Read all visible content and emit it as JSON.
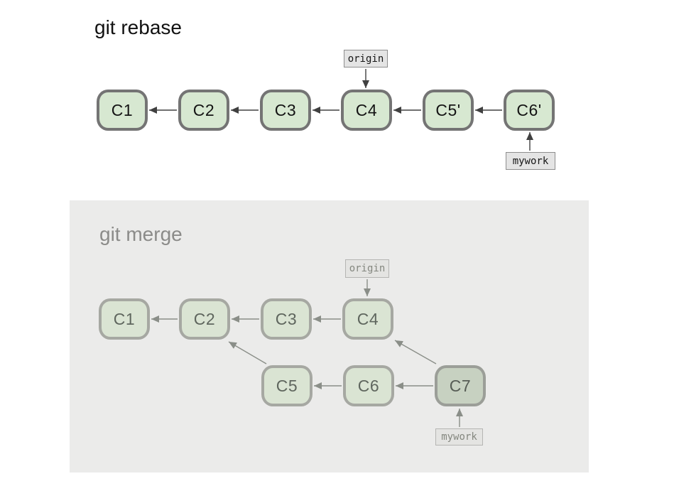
{
  "rebase": {
    "title": "git rebase",
    "nodes": [
      {
        "label": "C1"
      },
      {
        "label": "C2"
      },
      {
        "label": "C3"
      },
      {
        "label": "C4"
      },
      {
        "label": "C5'"
      },
      {
        "label": "C6'"
      }
    ],
    "refs": {
      "origin": {
        "label": "origin",
        "points_to": "C4"
      },
      "mywork": {
        "label": "mywork",
        "points_to": "C6'"
      }
    },
    "edges": [
      {
        "from": "C2",
        "to": "C1"
      },
      {
        "from": "C3",
        "to": "C2"
      },
      {
        "from": "C4",
        "to": "C3"
      },
      {
        "from": "C5'",
        "to": "C4"
      },
      {
        "from": "C6'",
        "to": "C5'"
      }
    ]
  },
  "merge": {
    "title": "git merge",
    "nodes": [
      {
        "label": "C1"
      },
      {
        "label": "C2"
      },
      {
        "label": "C3"
      },
      {
        "label": "C4"
      },
      {
        "label": "C5"
      },
      {
        "label": "C6"
      },
      {
        "label": "C7",
        "is_merge_commit": true
      }
    ],
    "refs": {
      "origin": {
        "label": "origin",
        "points_to": "C4"
      },
      "mywork": {
        "label": "mywork",
        "points_to": "C7"
      }
    },
    "edges": [
      {
        "from": "C2",
        "to": "C1"
      },
      {
        "from": "C3",
        "to": "C2"
      },
      {
        "from": "C4",
        "to": "C3"
      },
      {
        "from": "C5",
        "to": "C2"
      },
      {
        "from": "C6",
        "to": "C5"
      },
      {
        "from": "C7",
        "to": "C6"
      },
      {
        "from": "C7",
        "to": "C4"
      }
    ]
  },
  "colors": {
    "commit_fill": "#d7e8d1",
    "commit_border": "#747474",
    "faded_commit_fill": "#dae4d3",
    "faded_commit_border": "#a6a8a2",
    "merge_commit_fill": "#c7d1c1",
    "merge_panel_bg": "#ebebea",
    "arrow_dark": "#404040",
    "arrow_faded": "#8a8e88",
    "ref_box_bg": "#e4e4e4",
    "faded_text": "#8b8b89"
  }
}
